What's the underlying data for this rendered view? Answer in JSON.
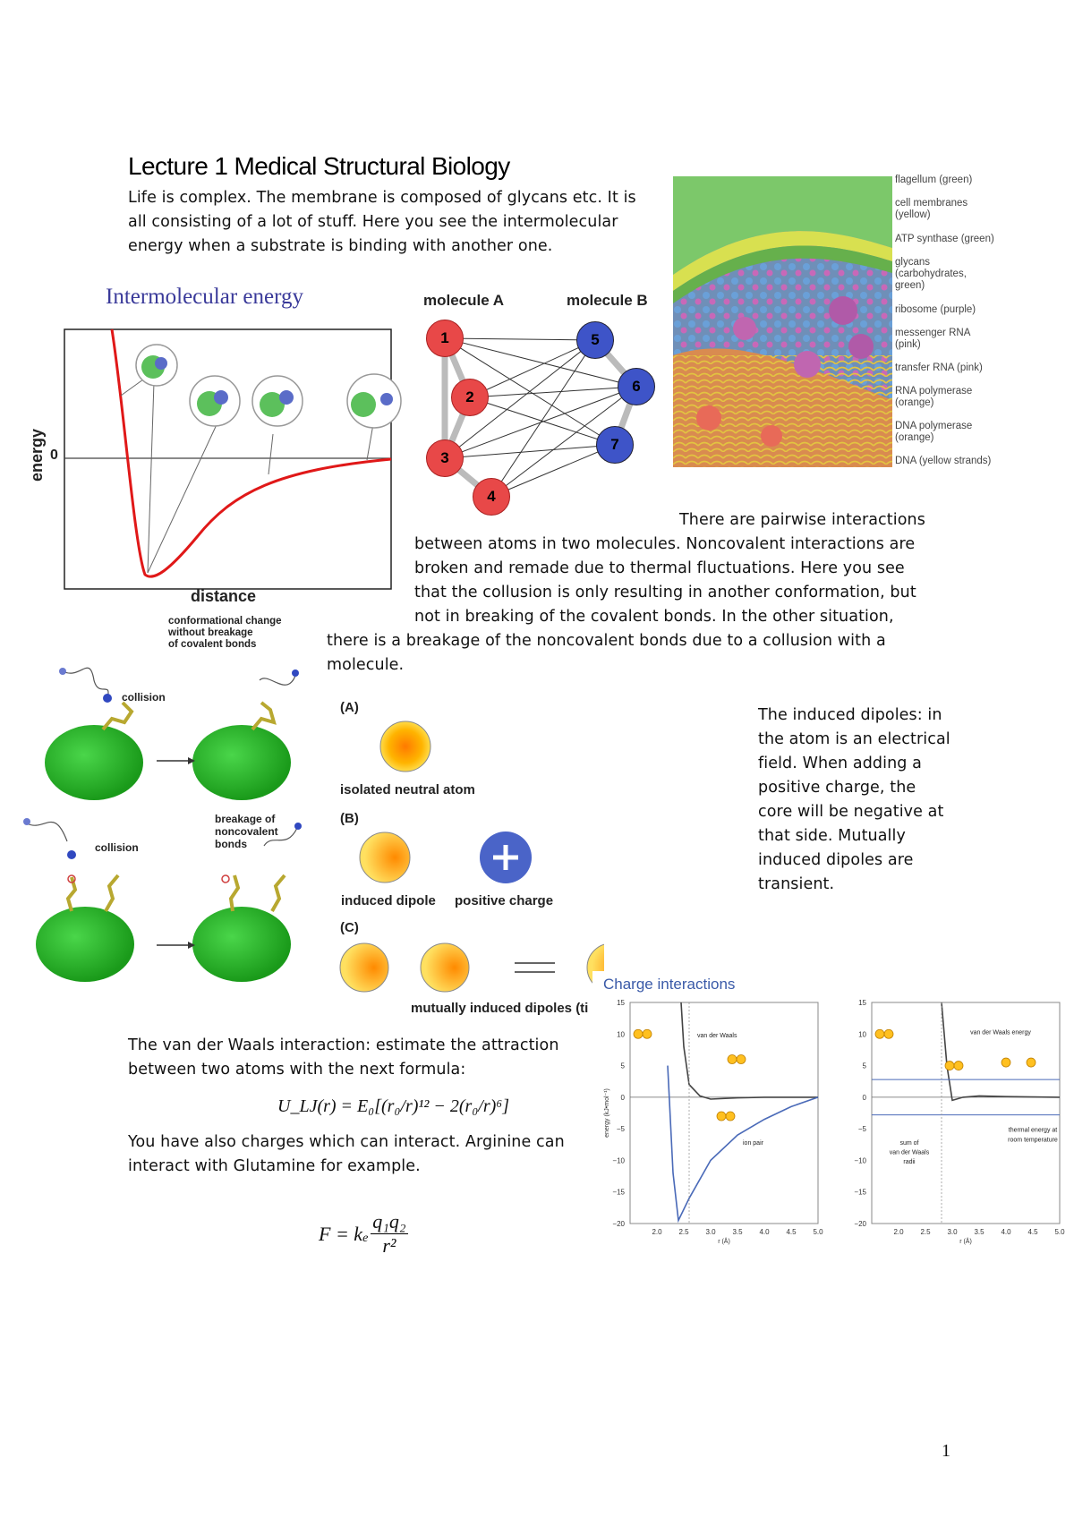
{
  "title": "Lecture 1 Medical Structural Biology",
  "intro": [
    "Life is complex. The membrane is composed of glycans etc. It is",
    "all consisting of a lot of stuff. Here you see the intermolecular",
    "energy when a substrate is binding with another one."
  ],
  "energy_figure": {
    "title": "Intermolecular energy",
    "ylabel": "energy",
    "xlabel": "distance",
    "zero": "0"
  },
  "molecules_figure": {
    "label_a": "molecule A",
    "label_b": "molecule B",
    "nodes_a": [
      "1",
      "2",
      "3",
      "4"
    ],
    "nodes_b": [
      "5",
      "6",
      "7"
    ]
  },
  "cell_labels": [
    "flagellum (green)",
    "cell membranes",
    "(yellow)",
    "ATP synthase (green)",
    "glycans",
    "(carbohydrates,",
    "green)",
    "ribosome (purple)",
    "messenger RNA",
    "(pink)",
    "transfer RNA (pink)",
    "RNA polymerase",
    "(orange)",
    "DNA polymerase",
    "(orange)",
    "DNA (yellow strands)"
  ],
  "pairwise_text": [
    "There are pairwise interactions",
    "between atoms in two molecules. Noncovalent interactions are",
    "broken and remade due to thermal fluctuations. Here you see",
    "that the collusion is only resulting in another conformation, but",
    "not in breaking of the covalent bonds. In the other situation,",
    "there is a breakage of the noncovalent bonds due to a collusion with a",
    "molecule."
  ],
  "collision_figure": {
    "top_note": [
      "conformational change",
      "without breakage",
      "of covalent bonds"
    ],
    "collision": "collision",
    "bottom_note": [
      "breakage of",
      "noncovalent",
      "bonds"
    ]
  },
  "dipole_figure": {
    "a": "(A)",
    "b": "(B)",
    "c": "(C)",
    "isolated": "isolated neutral atom",
    "induced": "induced dipole",
    "positive": "positive charge",
    "mutual": "mutually induced dipoles (ti"
  },
  "dipole_text": [
    "The induced dipoles: in",
    "the atom is an electrical",
    "field. When adding a",
    "positive charge, the",
    "core will be negative at",
    "that side. Mutually",
    "induced dipoles are",
    "transient."
  ],
  "vdw_text": [
    "The van der Waals interaction: estimate the attraction",
    "between two atoms with the next formula:"
  ],
  "formula_lj": "U_LJ(r) = E₀[(r₀/r)¹² − 2(r₀/r)⁶]",
  "charge_text": [
    "You have also charges which can interact. Arginine can",
    "interact with Glutamine for example."
  ],
  "formula_coulomb": {
    "lhs": "F = k",
    "sub": "e",
    "num": "q₁q₂",
    "den": "r²"
  },
  "charge_chart": {
    "title": "Charge interactions",
    "ylabel": "energy (kJ•mol⁻¹)",
    "xlabel": "r (Å)",
    "yticks": [
      "15",
      "10",
      "5",
      "0",
      "−5",
      "−10",
      "−15",
      "−20"
    ],
    "xticks": [
      "2.0",
      "2.5",
      "3.0",
      "3.5",
      "4.0",
      "4.5",
      "5.0"
    ],
    "labels": [
      "van der Waals",
      "ion pair"
    ]
  },
  "vdw_chart": {
    "ylabel": "",
    "xlabel": "r (Å)",
    "yticks": [
      "15",
      "10",
      "5",
      "0",
      "−5",
      "−10",
      "−15",
      "−20"
    ],
    "xticks": [
      "2.0",
      "2.5",
      "3.0",
      "3.5",
      "4.0",
      "4.5",
      "5.0"
    ],
    "labels": [
      "van der Waals energy",
      "sum of",
      "van der Waals",
      "radii",
      "thermal energy at",
      "room temperature"
    ]
  },
  "page_number": "1",
  "chart_data": [
    {
      "type": "line",
      "title": "Charge interactions",
      "xlabel": "r (Å)",
      "ylabel": "energy (kJ•mol⁻¹)",
      "xlim": [
        1.5,
        5.0
      ],
      "ylim": [
        -20,
        15
      ],
      "series": [
        {
          "name": "van der Waals",
          "x": [
            2.45,
            2.5,
            2.6,
            2.8,
            3.0,
            3.5,
            4.0,
            5.0
          ],
          "y": [
            15,
            8,
            2,
            0.2,
            -0.3,
            -0.1,
            0,
            0
          ]
        },
        {
          "name": "ion pair",
          "x": [
            2.2,
            2.3,
            2.4,
            2.6,
            3.0,
            3.5,
            4.0,
            4.5,
            5.0
          ],
          "y": [
            5,
            -12,
            -19.5,
            -16,
            -10,
            -6,
            -3.5,
            -1.5,
            0
          ]
        }
      ]
    },
    {
      "type": "line",
      "title": "",
      "xlabel": "r (Å)",
      "ylabel": "",
      "xlim": [
        1.5,
        5.0
      ],
      "ylim": [
        -20,
        15
      ],
      "series": [
        {
          "name": "van der Waals energy",
          "x": [
            2.8,
            2.9,
            3.0,
            3.2,
            3.5,
            4.0,
            5.0
          ],
          "y": [
            15,
            5,
            -0.5,
            0,
            0.2,
            0.1,
            0
          ]
        }
      ]
    }
  ]
}
